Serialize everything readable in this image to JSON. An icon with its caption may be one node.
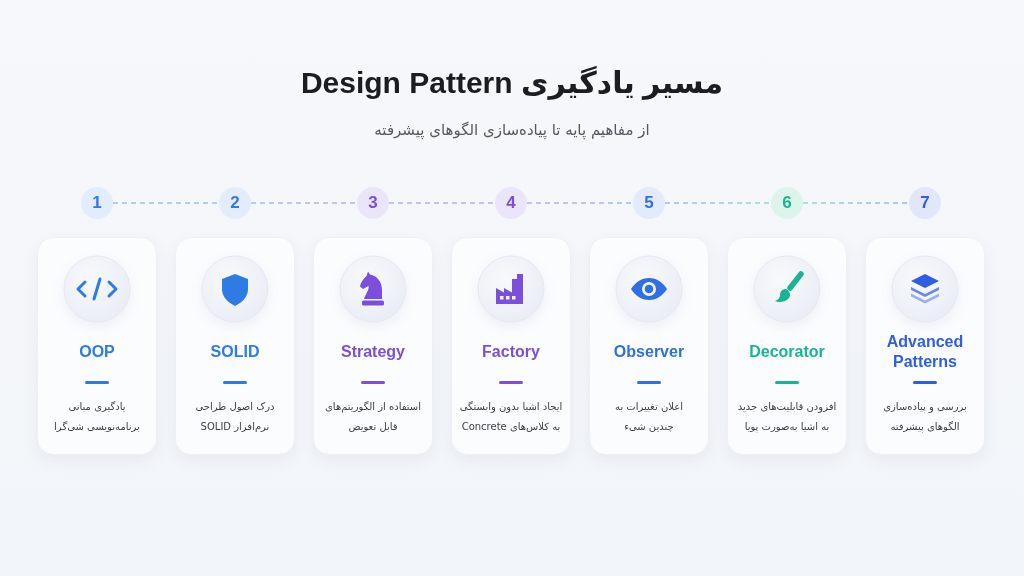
{
  "diagram": {
    "title": "مسیر یادگیری **Design Pattern**",
    "nodes": [
      {
        "text": [
          "1"
        ]
      },
      {
        "text": [
          "2"
        ]
      },
      {
        "text": [
          "3"
        ]
      },
      {
        "text": [
          "4"
        ]
      },
      {
        "text": [
          "5"
        ]
      },
      {
        "text": [
          "6"
        ]
      },
      {
        "text": [
          "7"
        ]
      },
      {
        "text": [
          "OOP",
          "یادگیری مبانی برنامه‌نویسی شی‌گرا"
        ]
      },
      {
        "text": [
          "SOLID",
          "درک اصول طراحی نرم‌افزار SOLID"
        ]
      },
      {
        "text": [
          "Strategy",
          "استفاده از الگوریتم‌های قابل تعویض"
        ]
      },
      {
        "text": [
          "Factory",
          "ایجاد اشیا بدون وابستگی به کلاس‌های Concrete"
        ]
      },
      {
        "text": [
          "Observer",
          "اعلان تغییرات به چندین شیء"
        ]
      },
      {
        "text": [
          "Decorator",
          "افزودن قابلیت‌های جدید به اشیا به‌صورت پویا"
        ]
      },
      {
        "text": [
          "Advanced Patterns",
          "بررسی و پیاده‌سازی الگوهای پیشرفته"
        ]
      }
    ],
    "edges": [
      {
        "from": 0,
        "to": 1,
        "arrow": "none",
        "style": "dashed"
      },
      {
        "from": 1,
        "to": 2,
        "arrow": "none",
        "style": "dashed"
      },
      {
        "from": 2,
        "to": 3,
        "arrow": "none",
        "style": "dashed"
      },
      {
        "from": 3,
        "to": 4,
        "arrow": "none",
        "style": "dashed"
      },
      {
        "from": 4,
        "to": 5,
        "arrow": "none",
        "style": "dashed"
      },
      {
        "from": 5,
        "to": 6,
        "arrow": "none",
        "style": "dashed"
      }
    ],
    "labels": [
      "از مفاهیم پایه تا پیاده‌سازی الگوهای پیشرفته"
    ]
  }
}
